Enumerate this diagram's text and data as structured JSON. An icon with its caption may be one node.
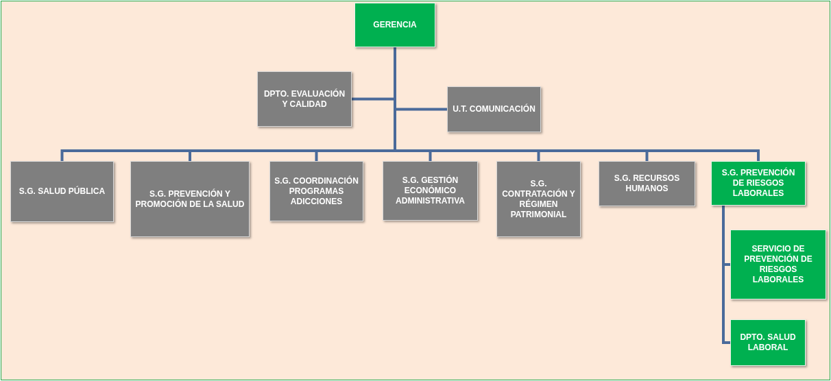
{
  "diagram": {
    "nodes": [
      {
        "text": [
          "GERENCIA"
        ]
      },
      {
        "text": [
          "DPTO. EVALUACIÓN Y CALIDAD"
        ]
      },
      {
        "text": [
          "U.T. COMUNICACIÓN"
        ]
      },
      {
        "text": [
          "S.G. SALUD PÚBLICA"
        ]
      },
      {
        "text": [
          "S.G. PREVENCIÓN Y PROMOCIÓN DE LA SALUD"
        ]
      },
      {
        "text": [
          "S.G. COORDINACIÓN PROGRAMAS ADICCIONES"
        ]
      },
      {
        "text": [
          "S.G. GESTIÓN ECONÓMICO ADMINISTRATIVA"
        ]
      },
      {
        "text": [
          "S.G. CONTRATACIÓN Y RÉGIMEN PATRIMONIAL"
        ]
      },
      {
        "text": [
          "S.G. RECURSOS HUMANOS"
        ]
      },
      {
        "text": [
          "S.G. PREVENCIÓN DE RIESGOS LABORALES"
        ]
      },
      {
        "text": [
          "SERVICIO DE PREVENCIÓN DE RIESGOS LABORALES"
        ]
      },
      {
        "text": [
          "DPTO. SALUD LABORAL"
        ]
      }
    ],
    "edges": [
      {
        "from": 0,
        "to": 1,
        "arrow": "none"
      },
      {
        "from": 0,
        "to": 2,
        "arrow": "none"
      },
      {
        "from": 0,
        "to": 3,
        "arrow": "none"
      },
      {
        "from": 0,
        "to": 4,
        "arrow": "none"
      },
      {
        "from": 0,
        "to": 5,
        "arrow": "none"
      },
      {
        "from": 0,
        "to": 6,
        "arrow": "none"
      },
      {
        "from": 0,
        "to": 7,
        "arrow": "none"
      },
      {
        "from": 0,
        "to": 8,
        "arrow": "none"
      },
      {
        "from": 0,
        "to": 9,
        "arrow": "none"
      },
      {
        "from": 9,
        "to": 10,
        "arrow": "none"
      },
      {
        "from": 9,
        "to": 11,
        "arrow": "none"
      }
    ]
  }
}
